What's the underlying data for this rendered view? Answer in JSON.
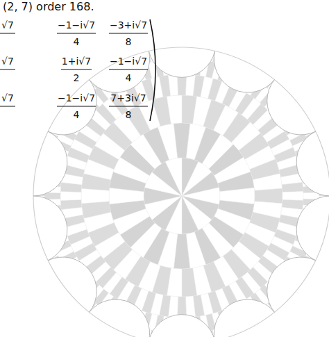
{
  "diagram": {
    "labels": [
      "(2, 7) order 168.",
      "√7",
      "√7",
      "√7",
      "−1−i√7",
      "4",
      "−3+i√7",
      "8",
      "1+i√7",
      "2",
      "−1−i√7",
      "4",
      "−1−i√7",
      "4",
      "7+3i√7",
      "8"
    ]
  }
}
